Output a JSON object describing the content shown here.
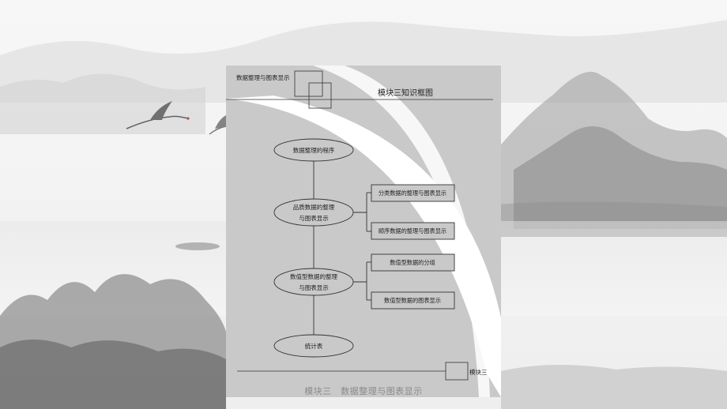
{
  "header": {
    "chapter_label": "数据整理与图表显示",
    "title": "模块三知识框图"
  },
  "nodes": {
    "procedure": "数据整理的程序",
    "qualitative": [
      "品质数据的整理",
      "与图表显示"
    ],
    "numeric": [
      "数值型数据的整理",
      "与图表显示"
    ],
    "stat_table": "统计表"
  },
  "branches": {
    "qualitative": [
      "分类数据的整理与图表显示",
      "顺序数据的整理与图表显示"
    ],
    "numeric": [
      "数值型数据的分组",
      "数值型数据的图表显示"
    ]
  },
  "footer": {
    "module_tag": "模块三",
    "caption": "模块三　数据整理与图表显示"
  },
  "colors": {
    "slide_bg": "#c9c9c9",
    "arc": "#ffffff",
    "line": "#333333"
  }
}
